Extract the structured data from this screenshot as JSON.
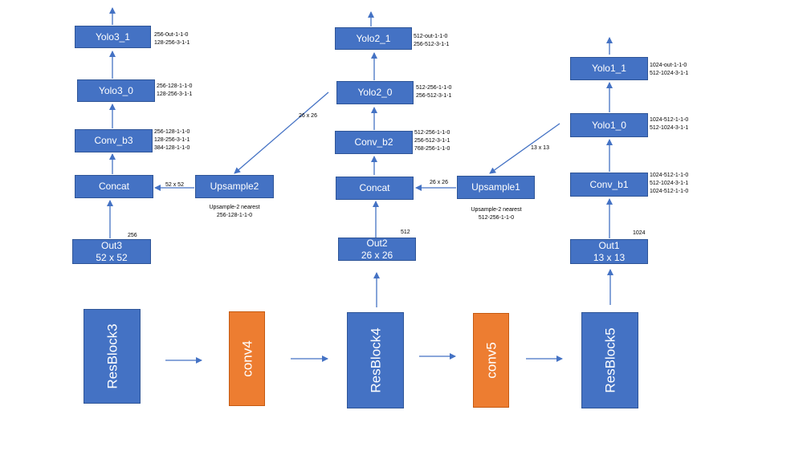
{
  "colors": {
    "block": "#4472c4",
    "conv": "#ed7d31",
    "arrow": "#4472c4"
  },
  "resblock3": "ResBlock3",
  "conv4": "conv4",
  "resblock4": "ResBlock4",
  "conv5": "conv5",
  "resblock5": "ResBlock5",
  "scale3": {
    "yolo1": "Yolo3_1",
    "yolo1_params": [
      "256-0ut-1-1-0",
      "128-256-3-1-1"
    ],
    "yolo0": "Yolo3_0",
    "yolo0_params": [
      "256-128-1-1-0",
      "128-256-3-1-1"
    ],
    "conv_b": "Conv_b3",
    "conv_b_params": [
      "256-128-1-1-0",
      "128-256-3-1-1",
      "384-128-1-1-0"
    ],
    "concat": "Concat",
    "upsample": "Upsample2",
    "upsample_desc": [
      "Upsample-2 nearest",
      "256-128-1-1-0"
    ],
    "out_title": "Out3",
    "out_size": "52 x 52",
    "channels": "256",
    "up_size": "52 x 52",
    "in_size": "26 x 26"
  },
  "scale2": {
    "yolo1": "Yolo2_1",
    "yolo1_params": [
      "512-out-1-1-0",
      "256-512-3-1-1"
    ],
    "yolo0": "Yolo2_0",
    "yolo0_params": [
      "512-256-1-1-0",
      "256-512-3-1-1"
    ],
    "conv_b": "Conv_b2",
    "conv_b_params": [
      "512-256-1-1-0",
      "256-512-3-1-1",
      "768-256-1-1-0"
    ],
    "concat": "Concat",
    "upsample": "Upsample1",
    "upsample_desc": [
      "Upsample-2 nearest",
      "512-256-1-1-0"
    ],
    "out_title": "Out2",
    "out_size": "26 x 26",
    "channels": "512",
    "up_size": "26 x 26",
    "in_size": "13 x 13"
  },
  "scale1": {
    "yolo1": "Yolo1_1",
    "yolo1_params": [
      "1024-out-1-1-0",
      "512-1024-3-1-1"
    ],
    "yolo0": "Yolo1_0",
    "yolo0_params": [
      "1024-512-1-1-0",
      "512-1024-3-1-1"
    ],
    "conv_b": "Conv_b1",
    "conv_b_params": [
      "1024-512-1-1-0",
      "512-1024-3-1-1",
      "1024-512-1-1-0"
    ],
    "out_title": "Out1",
    "out_size": "13 x 13",
    "channels": "1024"
  }
}
